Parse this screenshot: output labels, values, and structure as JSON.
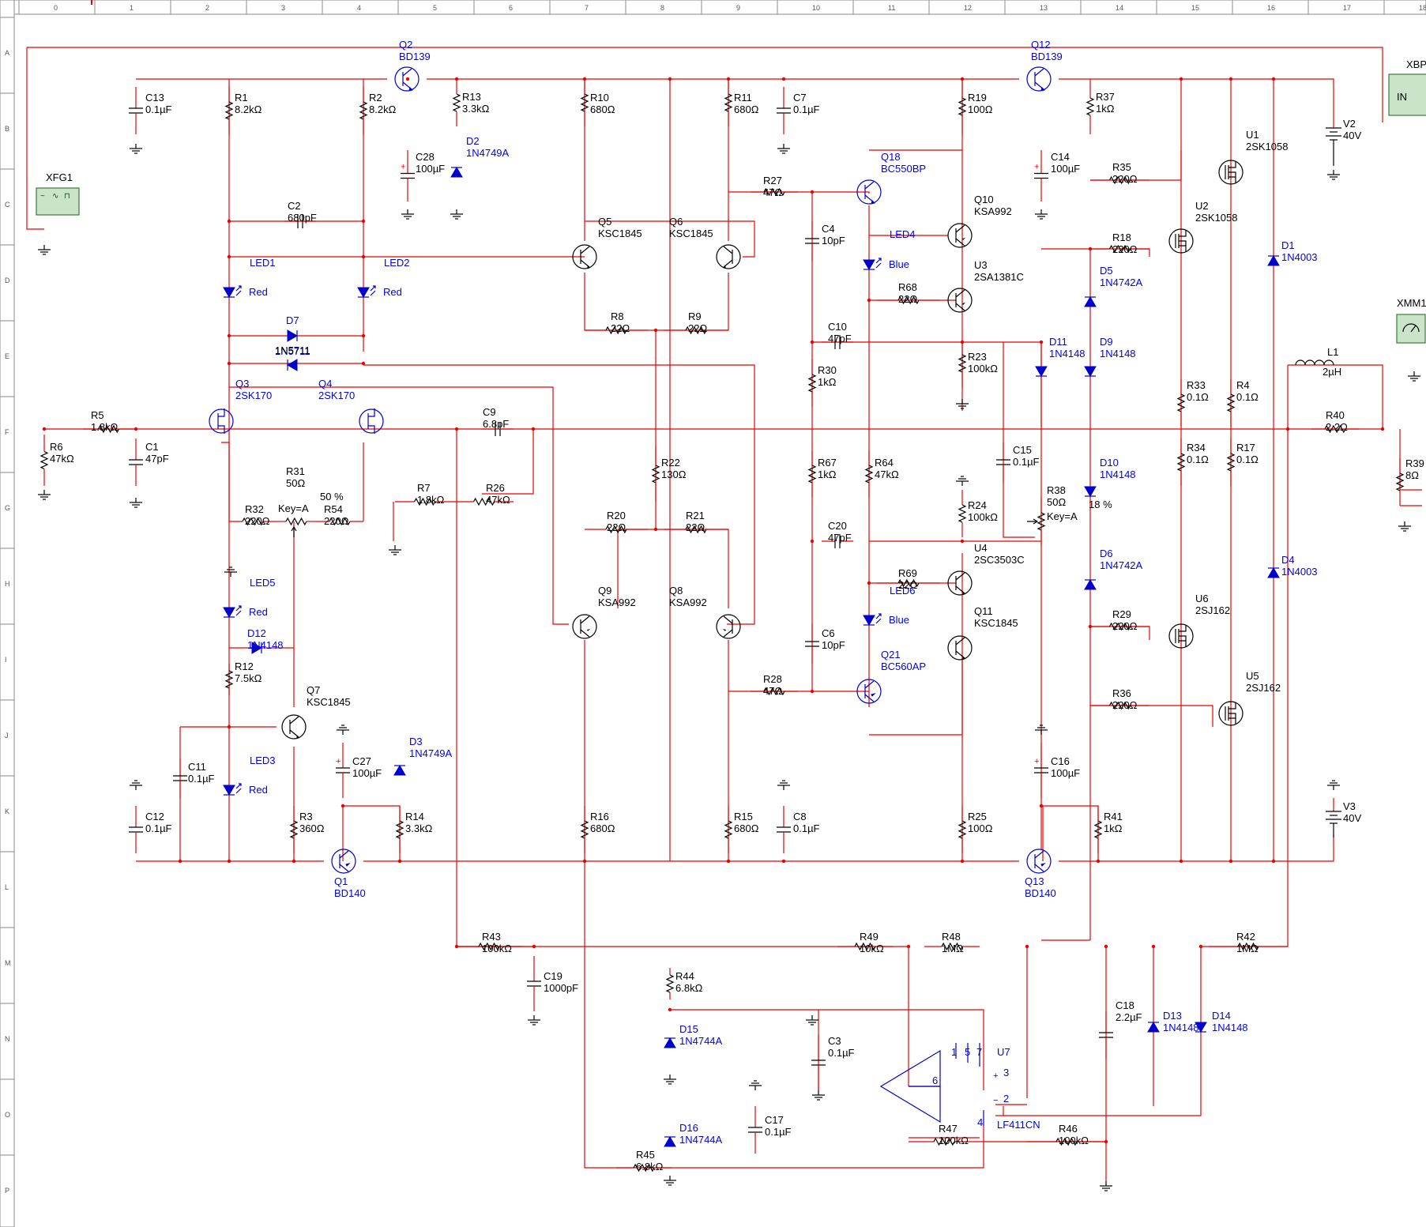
{
  "rulers": {
    "columns": [
      "0",
      "1",
      "2",
      "3",
      "4",
      "5",
      "6",
      "7",
      "8",
      "9",
      "10",
      "11",
      "12",
      "13",
      "14",
      "15",
      "16",
      "17",
      "18"
    ],
    "rows": [
      "A",
      "B",
      "C",
      "D",
      "E",
      "F",
      "G",
      "H",
      "I",
      "J",
      "K",
      "L",
      "M",
      "N",
      "O",
      "P"
    ]
  },
  "components": {
    "Q2": {
      "ref": "Q2",
      "value": "BD139"
    },
    "Q12": {
      "ref": "Q12",
      "value": "BD139"
    },
    "Q1": {
      "ref": "Q1",
      "value": "BD140"
    },
    "Q13": {
      "ref": "Q13",
      "value": "BD140"
    },
    "Q18": {
      "ref": "Q18",
      "value": "BC550BP"
    },
    "Q21": {
      "ref": "Q21",
      "value": "BC560AP"
    },
    "Q10": {
      "ref": "Q10",
      "value": "KSA992"
    },
    "U3": {
      "ref": "U3",
      "value": "2SA1381C"
    },
    "U4": {
      "ref": "U4",
      "value": "2SC3503C"
    },
    "Q11": {
      "ref": "Q11",
      "value": "KSC1845"
    },
    "Q5": {
      "ref": "Q5",
      "value": "KSC1845"
    },
    "Q6": {
      "ref": "Q6",
      "value": "KSC1845"
    },
    "Q7": {
      "ref": "Q7",
      "value": "KSC1845"
    },
    "Q9": {
      "ref": "Q9",
      "value": "KSA992"
    },
    "Q8": {
      "ref": "Q8",
      "value": "KSA992"
    },
    "Q3": {
      "ref": "Q3",
      "value": "2SK170"
    },
    "Q4": {
      "ref": "Q4",
      "value": "2SK170"
    },
    "U1": {
      "ref": "U1",
      "value": "2SK1058"
    },
    "U2": {
      "ref": "U2",
      "value": "2SK1058"
    },
    "U5": {
      "ref": "U5",
      "value": "2SJ162"
    },
    "U6": {
      "ref": "U6",
      "value": "2SJ162"
    },
    "U7": {
      "ref": "U7",
      "value": "LF411CN"
    },
    "XFG1": {
      "ref": "XFG1"
    },
    "XBP": {
      "ref": "XBP",
      "in": "IN"
    },
    "XMM1": {
      "ref": "XMM1"
    },
    "V2": {
      "ref": "V2",
      "value": "40V"
    },
    "V3": {
      "ref": "V3",
      "value": "40V"
    },
    "L1": {
      "ref": "L1",
      "value": "2µH"
    },
    "R1": {
      "ref": "R1",
      "value": "8.2kΩ"
    },
    "R2": {
      "ref": "R2",
      "value": "8.2kΩ"
    },
    "R3": {
      "ref": "R3",
      "value": "360Ω"
    },
    "R4": {
      "ref": "R4",
      "value": "0.1Ω"
    },
    "R5": {
      "ref": "R5",
      "value": "1.8kΩ"
    },
    "R6": {
      "ref": "R6",
      "value": "47kΩ"
    },
    "R7": {
      "ref": "R7",
      "value": "1.8kΩ"
    },
    "R8": {
      "ref": "R8",
      "value": "22Ω"
    },
    "R9": {
      "ref": "R9",
      "value": "22Ω"
    },
    "R10": {
      "ref": "R10",
      "value": "680Ω"
    },
    "R11": {
      "ref": "R11",
      "value": "680Ω"
    },
    "R12": {
      "ref": "R12",
      "value": "7.5kΩ"
    },
    "R13": {
      "ref": "R13",
      "value": "3.3kΩ"
    },
    "R14": {
      "ref": "R14",
      "value": "3.3kΩ"
    },
    "R15": {
      "ref": "R15",
      "value": "680Ω"
    },
    "R16": {
      "ref": "R16",
      "value": "680Ω"
    },
    "R17": {
      "ref": "R17",
      "value": "0.1Ω"
    },
    "R18": {
      "ref": "R18",
      "value": "220Ω"
    },
    "R19": {
      "ref": "R19",
      "value": "100Ω"
    },
    "R20": {
      "ref": "R20",
      "value": "22Ω"
    },
    "R21": {
      "ref": "R21",
      "value": "22Ω"
    },
    "R22": {
      "ref": "R22",
      "value": "130Ω"
    },
    "R23": {
      "ref": "R23",
      "value": "100kΩ"
    },
    "R24": {
      "ref": "R24",
      "value": "100kΩ"
    },
    "R25": {
      "ref": "R25",
      "value": "100Ω"
    },
    "R26": {
      "ref": "R26",
      "value": "47kΩ"
    },
    "R27": {
      "ref": "R27",
      "value": "47Ω"
    },
    "R28": {
      "ref": "R28",
      "value": "47Ω"
    },
    "R29": {
      "ref": "R29",
      "value": "220Ω"
    },
    "R30": {
      "ref": "R30",
      "value": "1kΩ"
    },
    "R31": {
      "ref": "R31",
      "value": "50Ω",
      "key": "Key=A",
      "pct": "50 %"
    },
    "R32": {
      "ref": "R32",
      "value": "220Ω"
    },
    "R33": {
      "ref": "R33",
      "value": "0.1Ω"
    },
    "R34": {
      "ref": "R34",
      "value": "0.1Ω"
    },
    "R35": {
      "ref": "R35",
      "value": "220Ω"
    },
    "R36": {
      "ref": "R36",
      "value": "220Ω"
    },
    "R37": {
      "ref": "R37",
      "value": "1kΩ"
    },
    "R38": {
      "ref": "R38",
      "value": "50Ω",
      "key": "Key=A",
      "pct": "18 %"
    },
    "R39": {
      "ref": "R39",
      "value": "8Ω"
    },
    "R40": {
      "ref": "R40",
      "value": "2.2Ω"
    },
    "R41": {
      "ref": "R41",
      "value": "1kΩ"
    },
    "R42": {
      "ref": "R42",
      "value": "1MΩ"
    },
    "R43": {
      "ref": "R43",
      "value": "100kΩ"
    },
    "R44": {
      "ref": "R44",
      "value": "6.8kΩ"
    },
    "R45": {
      "ref": "R45",
      "value": "6.8kΩ"
    },
    "R46": {
      "ref": "R46",
      "value": "100kΩ"
    },
    "R47": {
      "ref": "R47",
      "value": "100kΩ"
    },
    "R48": {
      "ref": "R48",
      "value": "1MΩ"
    },
    "R49": {
      "ref": "R49",
      "value": "10kΩ"
    },
    "R54": {
      "ref": "R54",
      "value": "220Ω"
    },
    "R64": {
      "ref": "R64",
      "value": "47kΩ"
    },
    "R67": {
      "ref": "R67",
      "value": "1kΩ"
    },
    "R68": {
      "ref": "R68",
      "value": "22Ω"
    },
    "R69": {
      "ref": "R69",
      "value": "22Ω"
    },
    "C1": {
      "ref": "C1",
      "value": "47pF"
    },
    "C2": {
      "ref": "C2",
      "value": "680pF"
    },
    "C3": {
      "ref": "C3",
      "value": "0.1µF"
    },
    "C4": {
      "ref": "C4",
      "value": "10pF"
    },
    "C6": {
      "ref": "C6",
      "value": "10pF"
    },
    "C7": {
      "ref": "C7",
      "value": "0.1µF"
    },
    "C8": {
      "ref": "C8",
      "value": "0.1µF"
    },
    "C9": {
      "ref": "C9",
      "value": "6.8pF"
    },
    "C10": {
      "ref": "C10",
      "value": "47pF"
    },
    "C11": {
      "ref": "C11",
      "value": "0.1µF"
    },
    "C12": {
      "ref": "C12",
      "value": "0.1µF"
    },
    "C13": {
      "ref": "C13",
      "value": "0.1µF"
    },
    "C14": {
      "ref": "C14",
      "value": "100µF"
    },
    "C15": {
      "ref": "C15",
      "value": "0.1µF"
    },
    "C16": {
      "ref": "C16",
      "value": "100µF"
    },
    "C17": {
      "ref": "C17",
      "value": "0.1µF"
    },
    "C18": {
      "ref": "C18",
      "value": "2.2µF"
    },
    "C19": {
      "ref": "C19",
      "value": "1000pF"
    },
    "C20": {
      "ref": "C20",
      "value": "47pF"
    },
    "C27": {
      "ref": "C27",
      "value": "100µF"
    },
    "C28": {
      "ref": "C28",
      "value": "100µF"
    },
    "D1": {
      "ref": "D1",
      "value": "1N4003"
    },
    "D2": {
      "ref": "D2",
      "value": "1N4749A"
    },
    "D3": {
      "ref": "D3",
      "value": "1N4749A"
    },
    "D4": {
      "ref": "D4",
      "value": "1N4003"
    },
    "D5": {
      "ref": "D5",
      "value": "1N4742A"
    },
    "D6": {
      "ref": "D6",
      "value": "1N4742A"
    },
    "D7": {
      "ref": "D7",
      "value": "1N5711"
    },
    "D8": {
      "value": "1N5711"
    },
    "D9": {
      "ref": "D9",
      "value": "1N4148"
    },
    "D10": {
      "ref": "D10",
      "value": "1N4148"
    },
    "D11": {
      "ref": "D11",
      "value": "1N4148"
    },
    "D12": {
      "ref": "D12",
      "value": "1N4148"
    },
    "D13": {
      "ref": "D13",
      "value": "1N4148"
    },
    "D14": {
      "ref": "D14",
      "value": "1N4148"
    },
    "D15": {
      "ref": "D15",
      "value": "1N4744A"
    },
    "D16": {
      "ref": "D16",
      "value": "1N4744A"
    },
    "LED1": {
      "ref": "LED1",
      "color": "Red"
    },
    "LED2": {
      "ref": "LED2",
      "color": "Red"
    },
    "LED3": {
      "ref": "LED3",
      "color": "Red"
    },
    "LED4": {
      "ref": "LED4",
      "color": "Blue"
    },
    "LED5": {
      "ref": "LED5",
      "color": "Red"
    },
    "LED6": {
      "ref": "LED6",
      "color": "Blue"
    }
  },
  "opamp_pins": {
    "p1": "1",
    "p5": "5",
    "p7": "7",
    "p3": "3",
    "p2": "2",
    "p6": "6",
    "p4": "4"
  },
  "colors": {
    "wire": "#ee0000",
    "part": "#000000",
    "semi": "#0000cc",
    "instrument": "#3a7a3a"
  }
}
